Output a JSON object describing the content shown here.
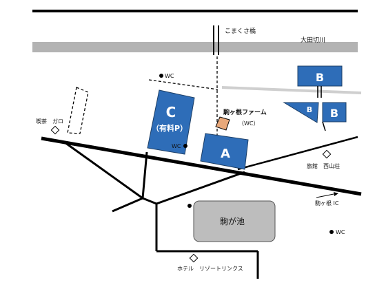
{
  "labels": {
    "bridge": "こまくさ橋",
    "river": "大田切川",
    "wc": "WC",
    "parking_c_letter": "C",
    "parking_c_note": "（有料P）",
    "parking_a": "A",
    "parking_b": "B",
    "farm": "駒ヶ根ファーム",
    "farm_wc": "（WC）",
    "cafe": "喫茶　ガロ",
    "inn": "旅館　西山荘",
    "ic": "駒ヶ根 IC",
    "pond": "駒が池",
    "hotel": "ホテル　リゾートリンクス"
  },
  "colors": {
    "parking": "#2E6DB8",
    "river": "#B3B3B3",
    "pond": "#BDBDBD",
    "farm": "#E8A87A",
    "road": "#000000"
  }
}
